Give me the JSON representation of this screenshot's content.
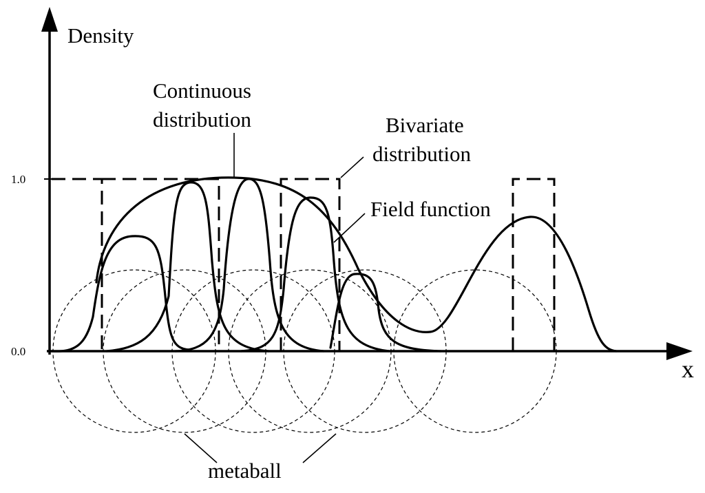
{
  "axes": {
    "y_label": "Density",
    "x_label": "x",
    "ticks": [
      "1.0",
      "0.0"
    ]
  },
  "annotations": {
    "continuous": [
      "Continuous",
      "distribution"
    ],
    "bivariate": [
      "Bivariate",
      "distribution"
    ],
    "field_function": "Field function",
    "metaball": "metaball"
  },
  "colors": {
    "ink": "#000000",
    "background": "#ffffff"
  }
}
